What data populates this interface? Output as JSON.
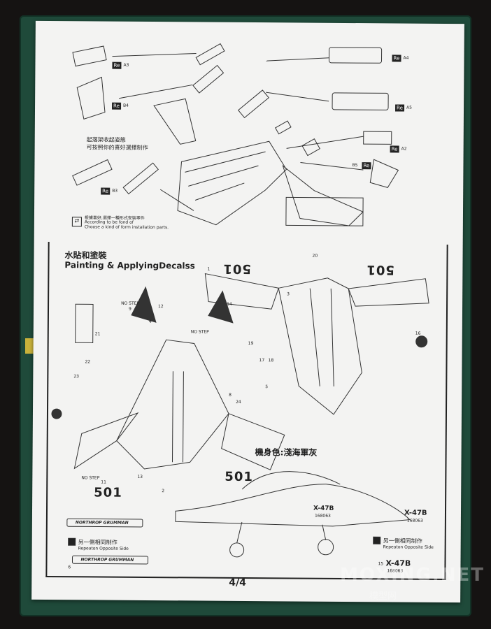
{
  "parts": {
    "a3": "A3",
    "b4": "B4",
    "b3": "B3",
    "a4": "A4",
    "a5": "A5",
    "a2": "A2",
    "b5": "B5",
    "re": "Re"
  },
  "notes": {
    "gear_cn_1": "起落架收起姿態",
    "gear_cn_2": "可按照你的喜好選擇制作",
    "choose_cn": "根據喜好,選擇一種形式安裝零件",
    "choose_en_1": "According to be fond of",
    "choose_en_2": "Choose a kind of form installation parts."
  },
  "section": {
    "title_cn": "水貼和塗裝",
    "title_en": "Painting & ApplyingDecalss"
  },
  "body_color": "機身色:淺海軍灰",
  "callouts": [
    "1",
    "2",
    "3",
    "4",
    "5",
    "6",
    "8",
    "9",
    "11",
    "12",
    "13",
    "14",
    "15",
    "16",
    "17",
    "18",
    "19",
    "20",
    "21",
    "22",
    "23",
    "24"
  ],
  "labels": {
    "nostep": "NO STEP",
    "n501": "501",
    "n105": "501",
    "x47b": "X-47B",
    "serial": "168063",
    "brand": "NORTHROP GRUMMAN",
    "opposite_cn": "另一側相同制作",
    "opposite_en": "Repeaton Opposite Side"
  },
  "page": "4/4",
  "watermark": {
    "en": "MOXING.NET",
    "cn": "模型网"
  },
  "colors": {
    "mat": "#1f4a3a",
    "paper": "#f3f3f2",
    "ink": "#222222"
  }
}
